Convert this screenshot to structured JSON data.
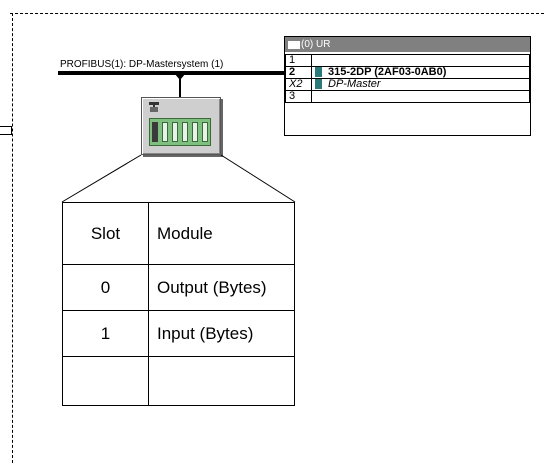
{
  "bus": {
    "label": "PROFIBUS(1): DP-Mastersystem (1)"
  },
  "rack_window": {
    "title": "(0) UR",
    "rows": [
      {
        "slot": "1",
        "module": ""
      },
      {
        "slot": "2",
        "module": "315-2DP  (2AF03-0AB0)"
      },
      {
        "slot": "X2",
        "module": "DP-Master"
      },
      {
        "slot": "3",
        "module": ""
      }
    ]
  },
  "config_table": {
    "headers": [
      "Slot",
      "Module"
    ],
    "rows": [
      {
        "slot": "0",
        "module": "Output (Bytes)"
      },
      {
        "slot": "1",
        "module": "Input (Bytes)"
      }
    ]
  },
  "icons": [
    "rack-icon",
    "slave-station-icon",
    "cpu-module-icon",
    "dp-master-icon"
  ],
  "colors": {
    "title_bar": "#808080",
    "rack_green": "#7fbf7f",
    "module_teal": "#2a7a7a"
  }
}
